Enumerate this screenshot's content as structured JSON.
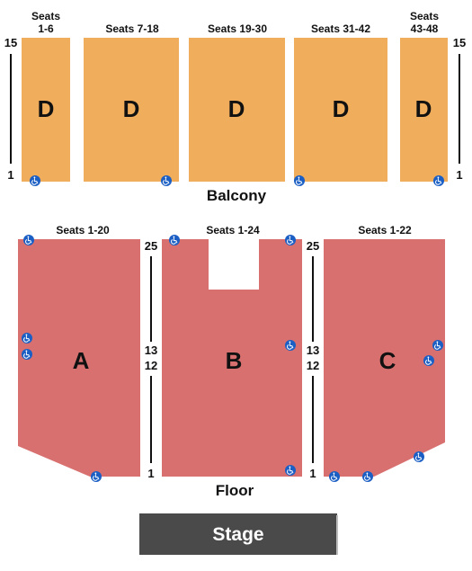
{
  "balcony": {
    "title": "Balcony",
    "row_top": "15",
    "row_bottom": "1",
    "section_color": "#f0ad5c",
    "sections": [
      {
        "id": "bal-1",
        "seats": [
          "Seats",
          "1-6"
        ],
        "letter": "D"
      },
      {
        "id": "bal-2",
        "seats": [
          "Seats 7-18"
        ],
        "letter": "D"
      },
      {
        "id": "bal-3",
        "seats": [
          "Seats 19-30"
        ],
        "letter": "D"
      },
      {
        "id": "bal-4",
        "seats": [
          "Seats 31-42"
        ],
        "letter": "D"
      },
      {
        "id": "bal-5",
        "seats": [
          "Seats",
          "43-48"
        ],
        "letter": "D"
      }
    ]
  },
  "floor": {
    "title": "Floor",
    "section_color": "#d97070",
    "sections": [
      {
        "id": "A",
        "seats": "Seats 1-20",
        "letter": "A"
      },
      {
        "id": "B",
        "seats": "Seats 1-24",
        "letter": "B"
      },
      {
        "id": "C",
        "seats": "Seats 1-22",
        "letter": "C"
      }
    ],
    "aisle_rows": {
      "top": "25",
      "upper_mid": "13",
      "lower_mid": "12",
      "bottom": "1"
    }
  },
  "stage": {
    "label": "Stage",
    "color": "#4a4a4a",
    "text_color": "#ffffff"
  },
  "accessibility": {
    "icon": "wheelchair-icon",
    "color": "#1b5fc4"
  }
}
